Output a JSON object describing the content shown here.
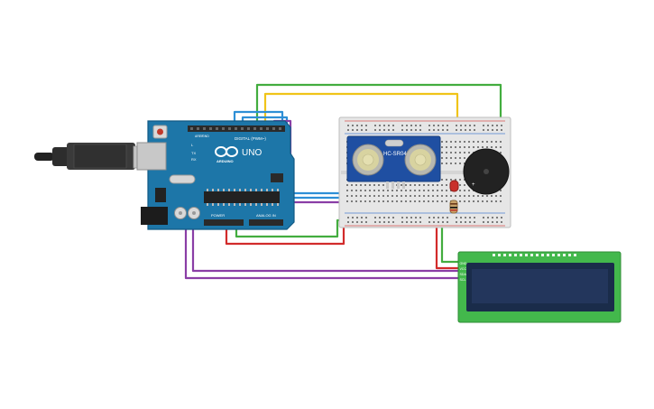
{
  "arduino": {
    "brand": "UNO",
    "sub_brand": "ARDUINO",
    "digital_header": "DIGITAL (PWM~)",
    "power_header": "POWER",
    "analog_header": "ANALOG IN",
    "aref": "AREF",
    "gnd": "GND",
    "tx_label": "TX",
    "rx_label": "RX",
    "l_label": "L",
    "colors": {
      "board": "#1d76a8",
      "board_edge": "#135a85",
      "header": "#2a2a2a"
    }
  },
  "ultrasonic": {
    "label": "HC-SR04",
    "colors": {
      "board": "#1f4fa2",
      "transducer": "#b8b8b0",
      "mesh": "#d8d3a0"
    }
  },
  "lcd": {
    "pin_labels": [
      "GND",
      "VCC",
      "SDA",
      "SCL"
    ],
    "colors": {
      "board": "#43b84c",
      "bezel": "#1a2c4a",
      "screen": "#23365c"
    }
  },
  "wire_colors": {
    "green": "#43ad3f",
    "yellow": "#f0c419",
    "blue": "#2e8fd6",
    "purple": "#8a3ea6",
    "red": "#d22b2b"
  },
  "colors": {
    "breadboard": "#e6e6e6",
    "led": "#c9302c",
    "buzzer": "#222222",
    "resistor": "#c9a36a",
    "usb_plug": "#bfbfbf"
  }
}
